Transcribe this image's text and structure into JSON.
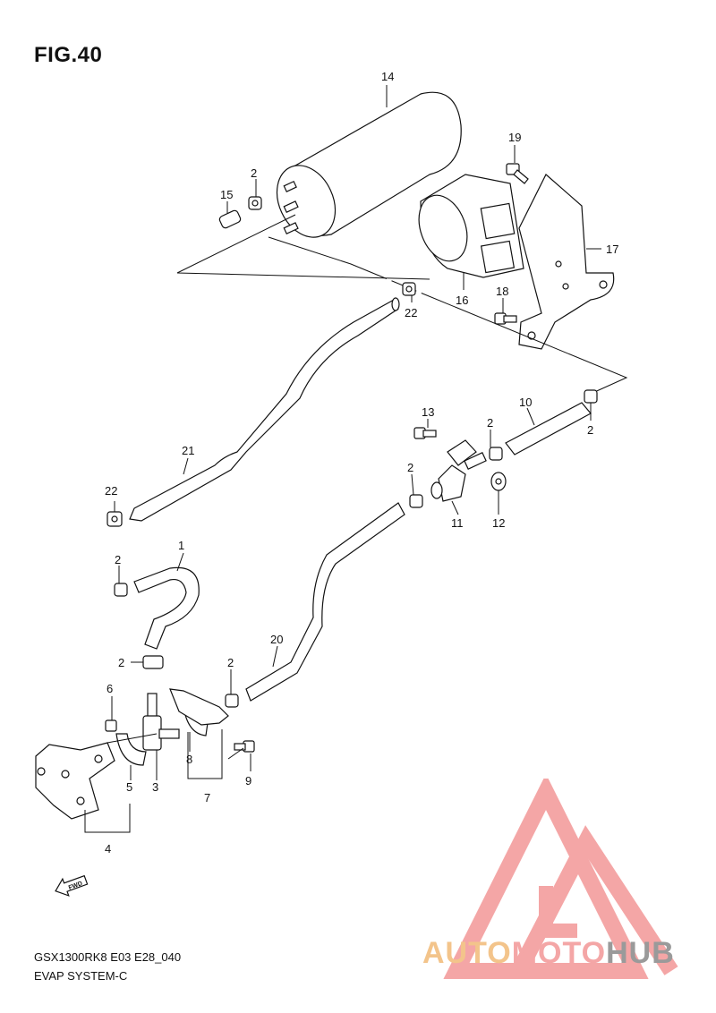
{
  "figure": {
    "title": "FIG.40"
  },
  "footer": {
    "model_code": "GSX1300RK8 E03 E28_040",
    "system": "EVAP SYSTEM-C"
  },
  "watermark": {
    "part1": "AUTO",
    "part2": "MOTO",
    "part3": "HUB",
    "colors": {
      "triangle": "#f4a6a6",
      "auto": "#f3c48b",
      "moto": "#f4a6a6",
      "hub": "#9a9a9a"
    }
  },
  "fwd_arrow": {
    "label": "FWD"
  },
  "callouts": {
    "c1": "1",
    "c2a": "2",
    "c2b": "2",
    "c2c": "2",
    "c2d": "2",
    "c2e": "2",
    "c2f": "2",
    "c2g": "2",
    "c3": "3",
    "c4": "4",
    "c5": "5",
    "c6": "6",
    "c7": "7",
    "c8": "8",
    "c9": "9",
    "c10": "10",
    "c11": "11",
    "c12": "12",
    "c13": "13",
    "c14": "14",
    "c15": "15",
    "c16": "16",
    "c17": "17",
    "c18": "18",
    "c19": "19",
    "c20": "20",
    "c21": "21",
    "c22a": "22",
    "c22b": "22"
  }
}
